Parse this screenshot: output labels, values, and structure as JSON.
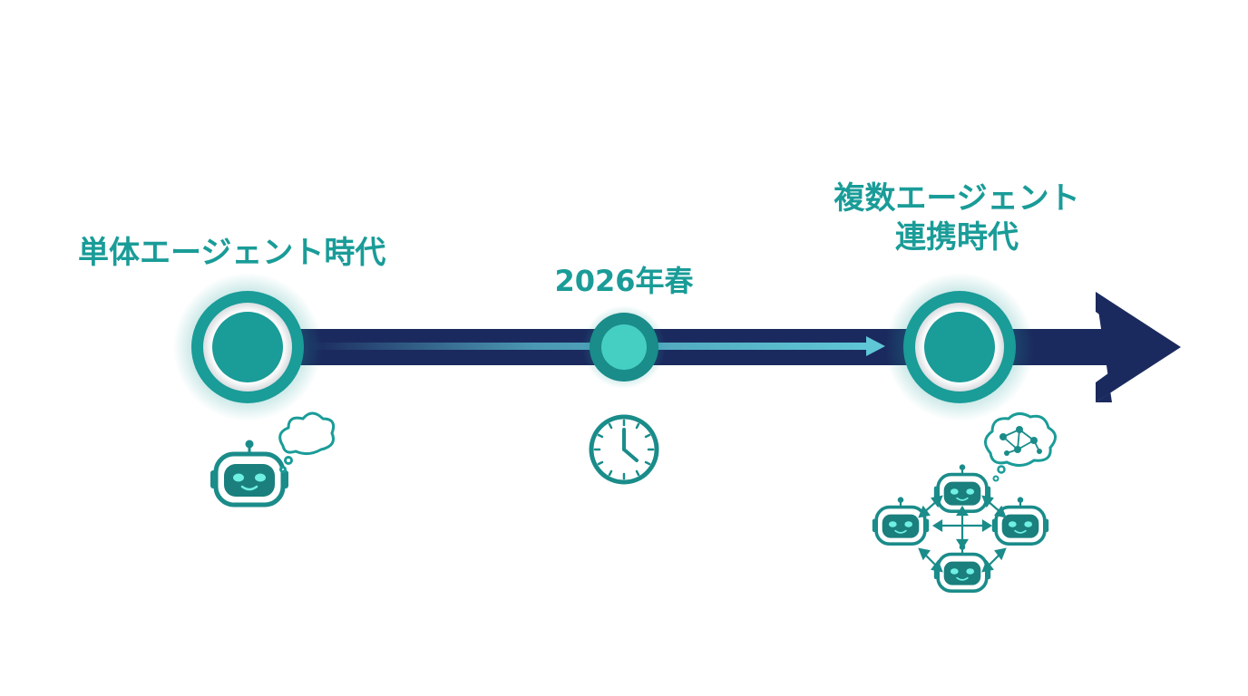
{
  "milestones": [
    {
      "label": "単体エージェント時代"
    },
    {
      "label": "2026年春"
    },
    {
      "label_line1": "複数エージェント",
      "label_line2": "連携時代"
    }
  ],
  "icons": {
    "single": [
      "robot-icon",
      "thought-bubble-icon"
    ],
    "transition": [
      "clock-icon"
    ],
    "multi": [
      "robot-icon",
      "network-bubble-icon",
      "bidirectional-arrow-icon"
    ]
  },
  "colors": {
    "teal": "#1a9c98",
    "teal_light": "#45cfc3",
    "navy": "#1b2a5e",
    "glow": "#c9efeb"
  }
}
